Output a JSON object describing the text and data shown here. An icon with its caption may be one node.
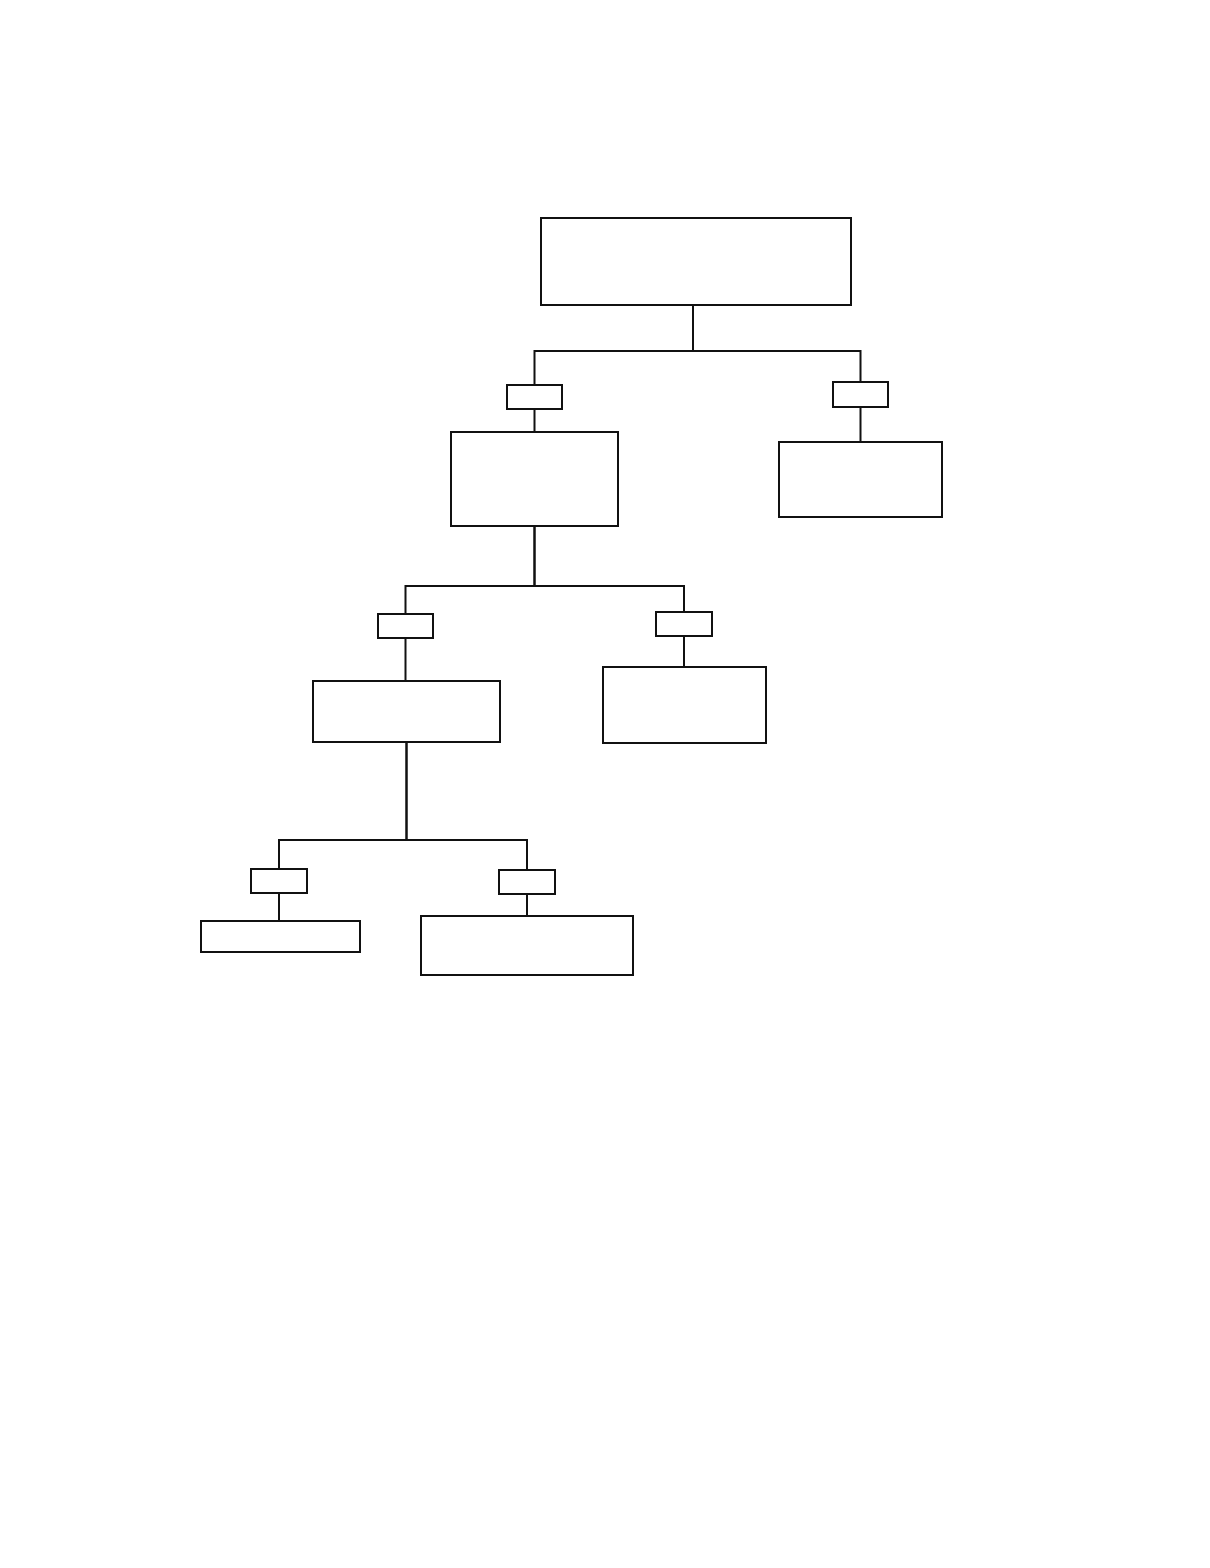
{
  "diagram": {
    "nodes": [
      {
        "text": [],
        "shape": "box"
      },
      {
        "text": [],
        "shape": "box"
      },
      {
        "text": [],
        "shape": "box"
      },
      {
        "text": [],
        "shape": "box"
      },
      {
        "text": [],
        "shape": "box"
      },
      {
        "text": [],
        "shape": "box"
      },
      {
        "text": [],
        "shape": "box"
      },
      {
        "text": [],
        "shape": "box"
      },
      {
        "text": [],
        "shape": "box"
      },
      {
        "text": [],
        "shape": "box"
      },
      {
        "text": [],
        "shape": "box"
      },
      {
        "text": [],
        "shape": "box"
      },
      {
        "text": [],
        "shape": "box"
      }
    ],
    "edges": [
      {
        "from": 0,
        "to": 1,
        "arrow": "none"
      },
      {
        "from": 0,
        "to": 2,
        "arrow": "none"
      },
      {
        "from": 1,
        "to": 3,
        "arrow": "none"
      },
      {
        "from": 2,
        "to": 4,
        "arrow": "none"
      },
      {
        "from": 3,
        "to": 5,
        "arrow": "none"
      },
      {
        "from": 3,
        "to": 6,
        "arrow": "none"
      },
      {
        "from": 5,
        "to": 7,
        "arrow": "none"
      },
      {
        "from": 6,
        "to": 8,
        "arrow": "none"
      },
      {
        "from": 7,
        "to": 9,
        "arrow": "none"
      },
      {
        "from": 7,
        "to": 10,
        "arrow": "none"
      },
      {
        "from": 9,
        "to": 11,
        "arrow": "none"
      },
      {
        "from": 10,
        "to": 12,
        "arrow": "none"
      }
    ]
  }
}
